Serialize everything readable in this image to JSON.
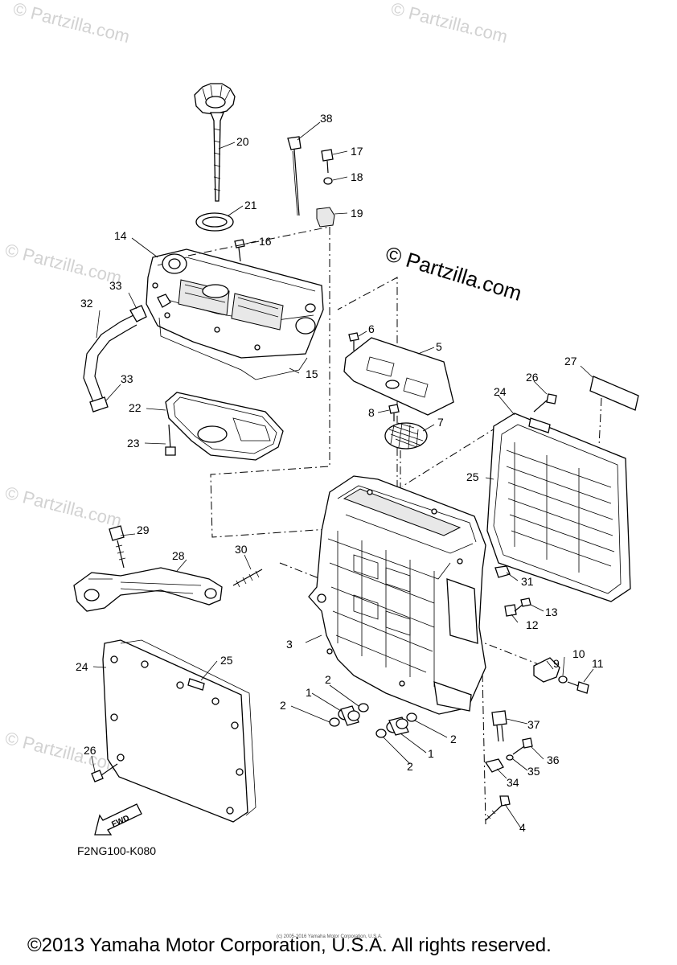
{
  "watermark": "© Partzilla.com",
  "brand_watermark": "© Partzilla.com",
  "diagram_code": "F2NG100-K080",
  "footer_copyright": "©2013 Yamaha Motor Corporation, U.S.A. All rights reserved.",
  "footer_small": "(c) 2005-2016 Yamaha Motor Corporation, U.S.A.",
  "fwd_label": "FWD",
  "callouts": {
    "c1a": "1",
    "c1b": "1",
    "c2a": "2",
    "c2b": "2",
    "c2c": "2",
    "c2d": "2",
    "c3": "3",
    "c4": "4",
    "c5": "5",
    "c6": "6",
    "c7": "7",
    "c8": "8",
    "c9": "9",
    "c10": "10",
    "c11": "11",
    "c12": "12",
    "c13": "13",
    "c14": "14",
    "c15": "15",
    "c16": "16",
    "c17": "17",
    "c18": "18",
    "c19": "19",
    "c20": "20",
    "c21": "21",
    "c22": "22",
    "c23": "23",
    "c24a": "24",
    "c24b": "24",
    "c25a": "25",
    "c25b": "25",
    "c26a": "26",
    "c26b": "26",
    "c27": "27",
    "c28": "28",
    "c29": "29",
    "c30": "30",
    "c31": "31",
    "c32": "32",
    "c33a": "33",
    "c33b": "33",
    "c34": "34",
    "c35": "35",
    "c36": "36",
    "c37": "37",
    "c38": "38"
  }
}
